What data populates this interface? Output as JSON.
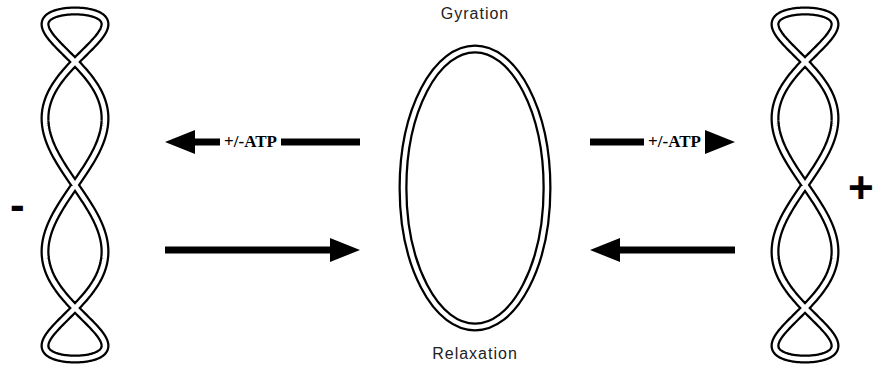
{
  "diagram": {
    "nodes": [
      {
        "text": [
          "-"
        ]
      },
      {
        "text": [
          "Gyration",
          "Relaxation"
        ]
      },
      {
        "text": [
          "+"
        ]
      }
    ],
    "edges": [
      {
        "from": 1,
        "to": 0,
        "arrow": "to",
        "label": "+/-ATP"
      },
      {
        "from": 1,
        "to": 2,
        "arrow": "to",
        "label": "+/-ATP"
      },
      {
        "from": 0,
        "to": 1,
        "arrow": "to"
      },
      {
        "from": 2,
        "to": 1,
        "arrow": "to"
      }
    ]
  }
}
